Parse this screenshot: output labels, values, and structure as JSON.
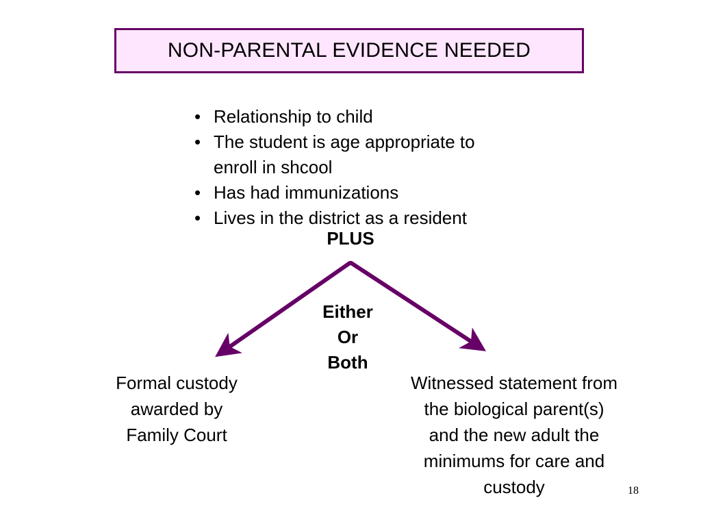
{
  "title": "NON-PARENTAL EVIDENCE NEEDED",
  "bullets": [
    "Relationship to child",
    "The student is age appropriate to enroll in shcool",
    "Has had immunizations",
    "Lives in the district as a resident"
  ],
  "plus_label": "PLUS",
  "either_lines": [
    "Either",
    "Or",
    "Both"
  ],
  "left_branch": [
    "Formal custody",
    "awarded by",
    "Family Court"
  ],
  "right_branch": [
    "Witnessed statement from",
    "the biological parent(s)",
    "and the new adult the",
    "minimums for care and",
    "custody"
  ],
  "page_number": "18",
  "colors": {
    "title_border": "#660066",
    "title_fill": "#ffe6ff",
    "arrow": "#660066"
  }
}
